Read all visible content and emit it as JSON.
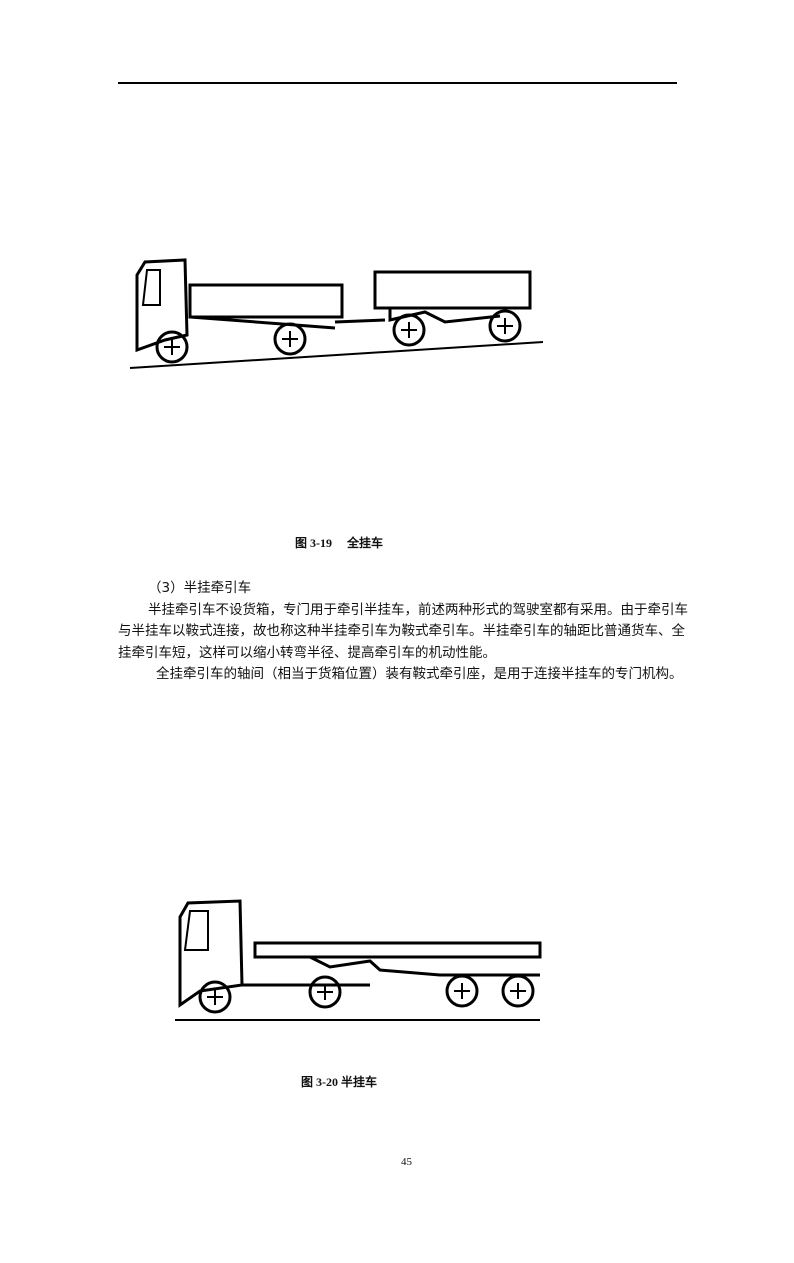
{
  "figures": [
    {
      "label": "图 3-19",
      "title": "全挂车"
    },
    {
      "label": "图 3-20",
      "title": "半挂车"
    }
  ],
  "section": {
    "heading": "（3）半挂牵引车",
    "paragraphs": [
      "半挂牵引车不设货箱，专门用于牵引半挂车，前述两种形式的驾驶室都有采用。由于牵引车与半挂车以鞍式连接，故也称这种半挂牵引车为鞍式牵引车。半挂牵引车的轴距比普通货车、全挂牵引车短，这样可以缩小转弯半径、提高牵引车的机动性能。",
      "全挂牵引车的轴间（相当于货箱位置）装有鞍式牵引座，是用于连接半挂车的专门机构。"
    ]
  },
  "page_number": "45"
}
